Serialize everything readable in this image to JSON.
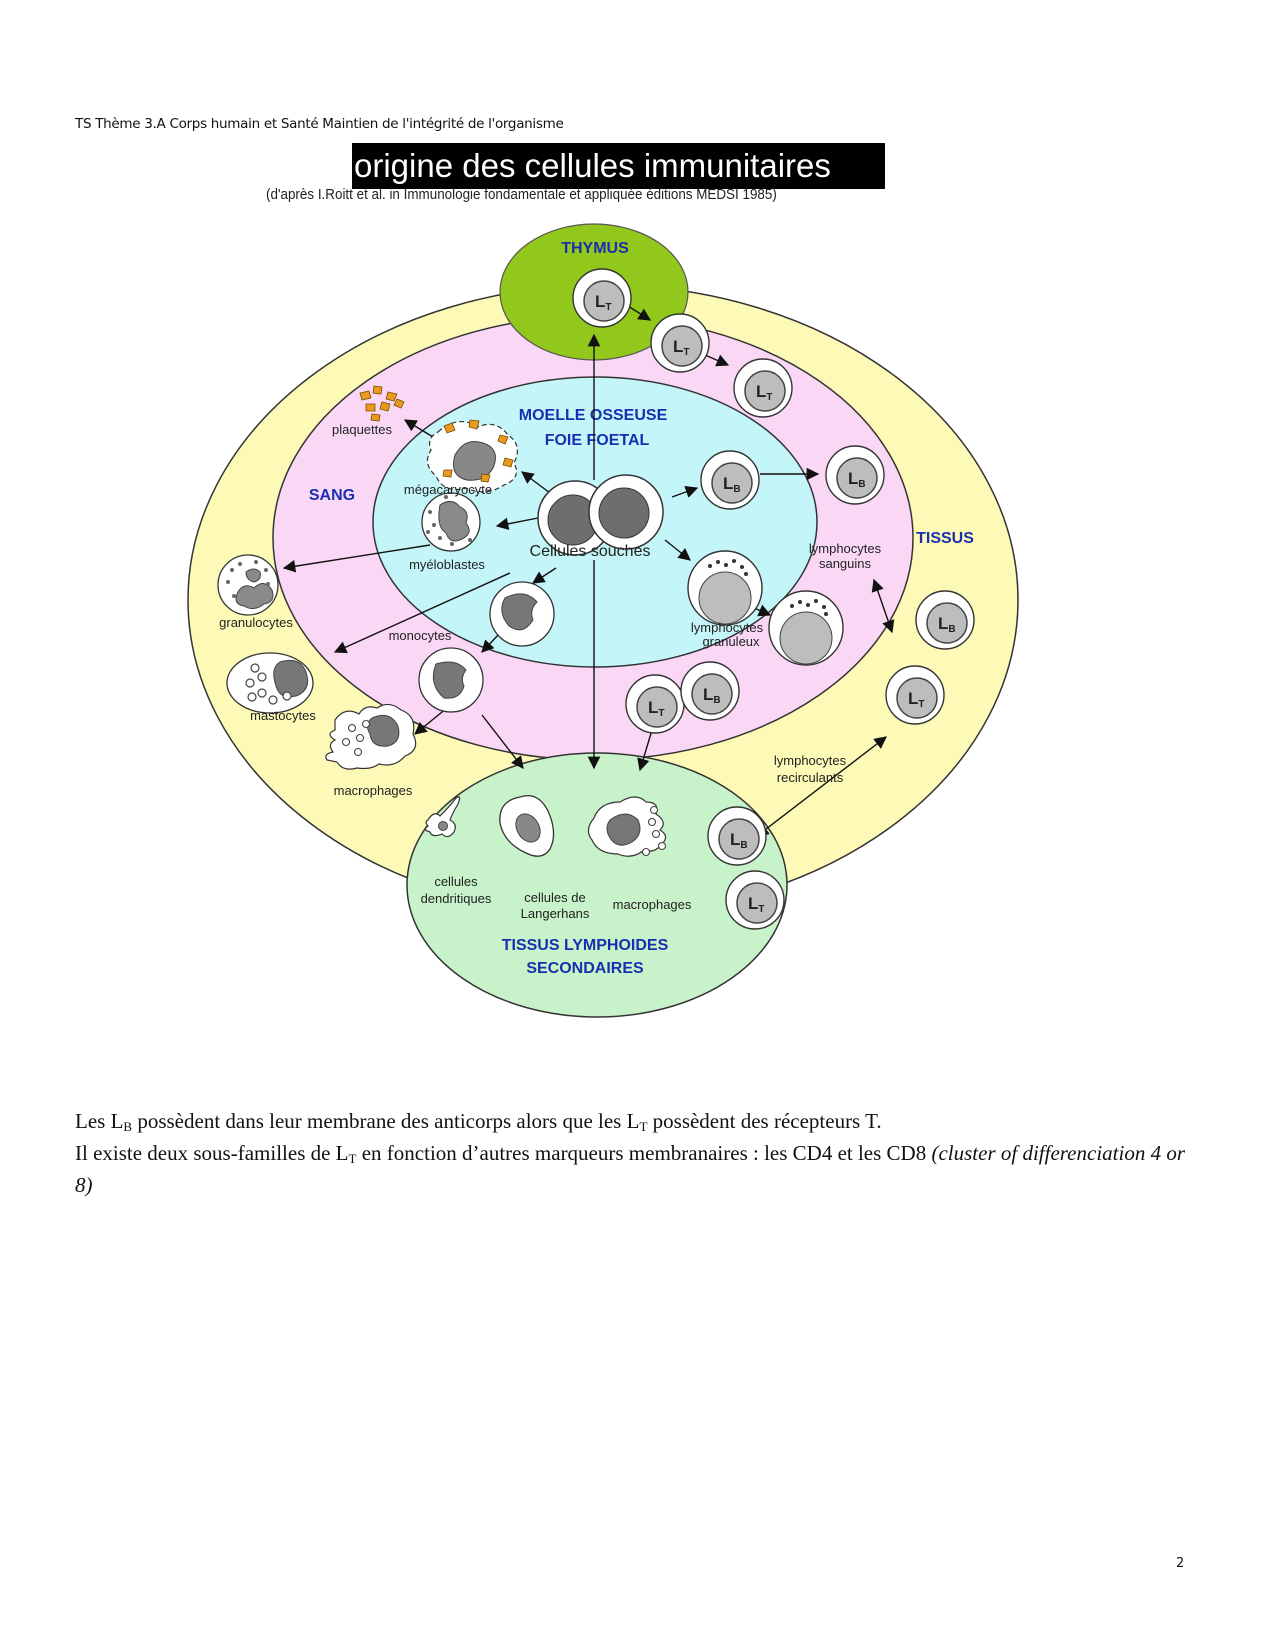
{
  "header": {
    "text": "TS Thème 3.A Corps humain et Santé Maintien de l'intégrité de l'organisme"
  },
  "figure": {
    "title": "origine des cellules immunitaires",
    "source": "(d'après I.Roitt et al. in Immunologie fondamentale et appliquée éditions MEDSI 1985)",
    "zones": {
      "thymus": "THYMUS",
      "moelle_line1": "MOELLE OSSEUSE",
      "moelle_line2": "FOIE FOETAL",
      "sang": "SANG",
      "tissus": "TISSUS",
      "lymphoid_line1": "TISSUS LYMPHOIDES",
      "lymphoid_line2": "SECONDAIRES"
    },
    "labels": {
      "plaquettes": "plaquettes",
      "megacaryocyte": "mégacaryocyte",
      "cellules_souches": "Cellules souches",
      "myeloblastes": "myéloblastes",
      "granulocytes": "granulocytes",
      "monocytes": "monocytes",
      "mastocytes": "mastocytes",
      "macrophages_tissus": "macrophages",
      "lymphocytes_sanguins_1": "lymphocytes",
      "lymphocytes_sanguins_2": "sanguins",
      "lymphocytes_granuleux_1": "lymphocytes",
      "lymphocytes_granuleux_2": "granuleux",
      "lymphocytes_recirculants_1": "lymphocytes",
      "lymphocytes_recirculants_2": "recirculants",
      "cellules_dendritiques_1": "cellules",
      "cellules_dendritiques_2": "dendritiques",
      "langerhans_1": "cellules de",
      "langerhans_2": "Langerhans",
      "macrophages_lymphoid": "macrophages"
    },
    "cell_letter": "L",
    "lt_sub": "T",
    "lb_sub": "B",
    "colors": {
      "outer_ring": "#fdfab8",
      "blood_ring": "#fad8f5",
      "marrow": "#c4f5f8",
      "thymus": "#92c81c",
      "lymphoid": "#c8f2c9",
      "zone_text": "#1a2fb0",
      "platelet": "#e89a1e"
    }
  },
  "body": {
    "line1_a": "Les L",
    "line1_sub_b": "B",
    "line1_b": " possèdent dans leur membrane des anticorps alors que les L",
    "line1_sub_t": "T",
    "line1_c": " possèdent des récepteurs T.",
    "line2_a": "Il existe deux sous-familles de L",
    "line2_sub_t": "T",
    "line2_b": " en fonction d’autres marqueurs membranaires : les CD4 et les CD8 ",
    "line2_italic": "(cluster of differenciation 4 or 8)"
  },
  "page_number": "2"
}
